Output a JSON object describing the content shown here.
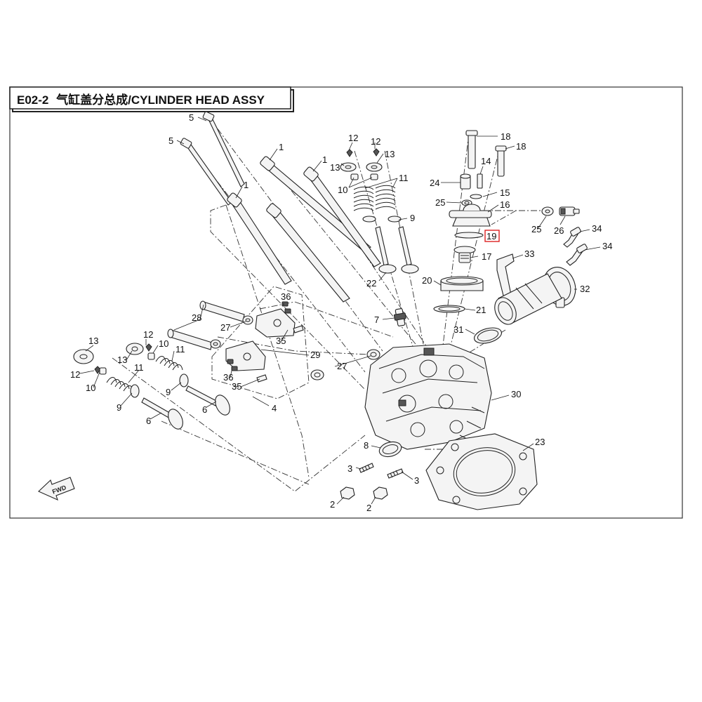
{
  "title": {
    "code": "E02-2",
    "name_cn": "气缸盖分总成",
    "name_en": "/CYLINDER HEAD ASSY"
  },
  "direction_arrow": "FWD",
  "highlighted_callout": "19",
  "colors": {
    "highlight": "#dd2222",
    "line": "#222222",
    "part_fill": "#f4f4f4"
  },
  "callouts": {
    "c1": "1",
    "c2": "2",
    "c3": "3",
    "c4": "4",
    "c5": "5",
    "c6": "6",
    "c7": "7",
    "c8": "8",
    "c9": "9",
    "c10": "10",
    "c11": "11",
    "c12": "12",
    "c13": "13",
    "c14": "14",
    "c15": "15",
    "c16": "16",
    "c17": "17",
    "c18": "18",
    "c19": "19",
    "c20": "20",
    "c21": "21",
    "c22": "22",
    "c23": "23",
    "c24": "24",
    "c25": "25",
    "c26": "26",
    "c27": "27",
    "c28": "28",
    "c29": "29",
    "c30": "30",
    "c31": "31",
    "c32": "32",
    "c33": "33",
    "c34": "34",
    "c35": "35",
    "c36": "36"
  }
}
